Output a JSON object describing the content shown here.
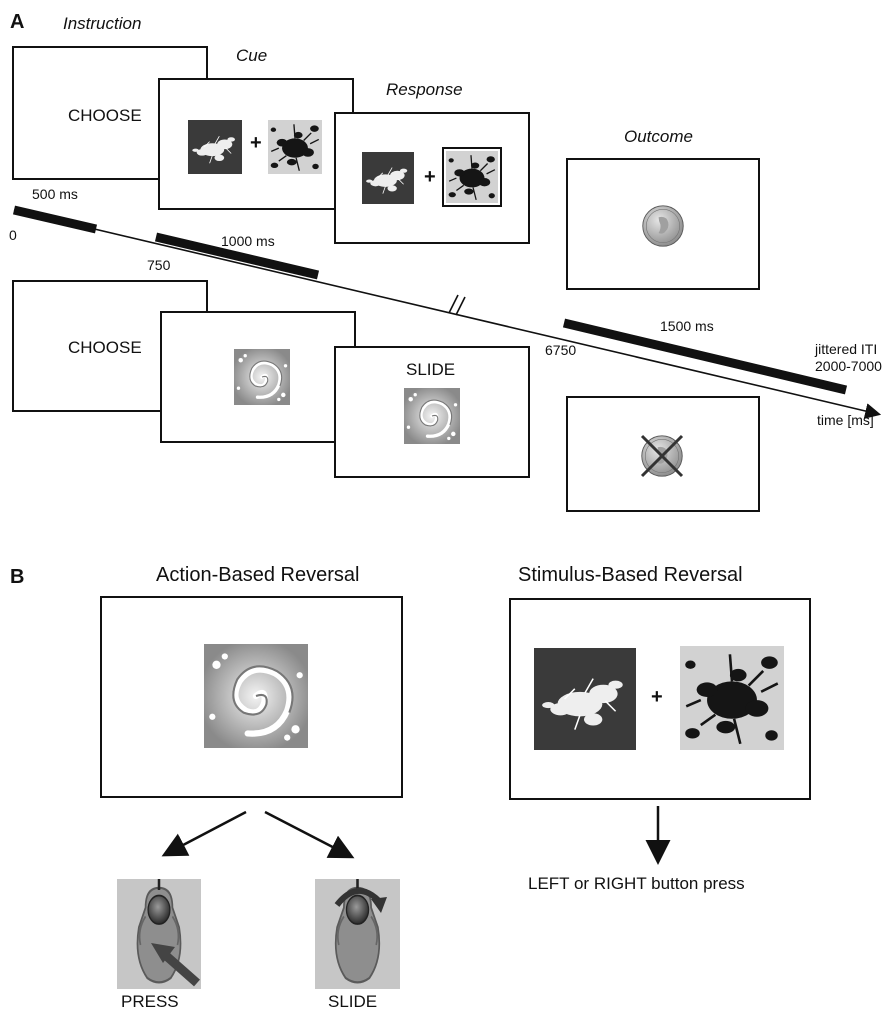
{
  "panel_a": {
    "letter": "A",
    "stages": {
      "instruction": "Instruction",
      "cue": "Cue",
      "response": "Response",
      "outcome": "Outcome"
    },
    "top_row": {
      "instruction_text": "CHOOSE"
    },
    "bottom_row": {
      "instruction_text": "CHOOSE",
      "response_text": "SLIDE"
    },
    "timeline": {
      "labels": {
        "d500": "500 ms",
        "t0": "0",
        "d1000": "1000 ms",
        "t750": "750",
        "d1500": "1500 ms",
        "t6750": "6750",
        "iti_line1": "jittered ITI",
        "iti_line2": "2000-7000",
        "axis": "time [ms]"
      }
    }
  },
  "panel_b": {
    "letter": "B",
    "action_title": "Action-Based Reversal",
    "stimulus_title": "Stimulus-Based Reversal",
    "press_label": "PRESS",
    "slide_label": "SLIDE",
    "button_caption": "LEFT or RIGHT button press"
  },
  "icons": {
    "fractal_dark": "dark-fractal-icon",
    "fractal_light": "light-fractal-icon",
    "fractal_spiral": "spiral-fractal-icon",
    "coin": "coin-icon",
    "crossed_coin": "crossed-coin-icon",
    "trackball_press": "trackball-press-icon",
    "trackball_slide": "trackball-slide-icon"
  }
}
